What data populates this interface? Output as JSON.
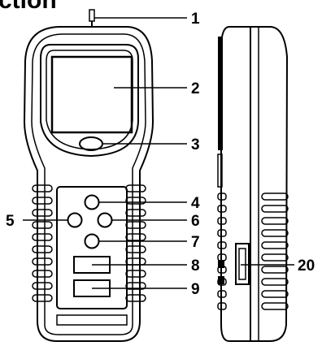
{
  "page": {
    "heading_fragment": "ction"
  },
  "callouts": {
    "antenna": "1",
    "display": "2",
    "center_button": "3",
    "key_up": "4",
    "key_left": "5",
    "key_right": "6",
    "key_down": "7",
    "rect_key_upper": "8",
    "rect_key_lower": "9",
    "side_port": "20"
  },
  "colors": {
    "line": "#000000",
    "background": "#ffffff"
  }
}
